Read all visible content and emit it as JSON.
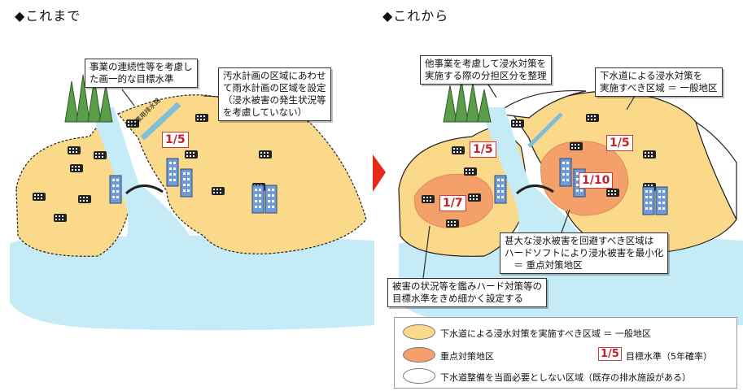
{
  "left_panel": {
    "heading": "◆これまで",
    "callout_1": [
      "事業の連続性等を考慮し",
      "た画一的な目標水準"
    ],
    "callout_2": [
      "汚水計画の区域にあわせ",
      "て雨水計画の区域を設定",
      "（浸水被害の発生状況等",
      "を考慮していない）"
    ],
    "channel_label": "農業用排水路",
    "rate": "1/5"
  },
  "right_panel": {
    "heading": "◆これから",
    "callout_1": [
      "他事業を考慮して浸水対策を",
      "実施する際の分担区分を整理"
    ],
    "callout_2": [
      "下水道による浸水対策を",
      "実施すべき区域 ＝ 一般地区"
    ],
    "callout_3": [
      "甚大な浸水被害を回避すべき区域は",
      "ハードソフトにより浸水被害を最小化",
      "　＝ 重点対策地区"
    ],
    "callout_4": [
      "被害の状況等を鑑みハード対策等の",
      "目標水準をきめ細かく設定する"
    ],
    "rates": {
      "left_area": "1/5",
      "left_priority": "1/7",
      "right_area": "1/5",
      "right_priority": "1/10"
    }
  },
  "legend": {
    "general_area": "下水道による浸水対策を実施すべき区域 ＝ 一般地区",
    "priority_area": "重点対策地区",
    "rate_sample": "1/5",
    "rate_desc": "目標水準（5年確率）",
    "no_need_area": "下水道整備を当面必要としない区域（既存の排水施設がある）"
  },
  "colors": {
    "general_fill": "#fbd98a",
    "priority_fill": "#f3a06a",
    "water": "#c4ebf6",
    "arrow": "#e52a1c",
    "rate_border": "#d23a3a"
  }
}
